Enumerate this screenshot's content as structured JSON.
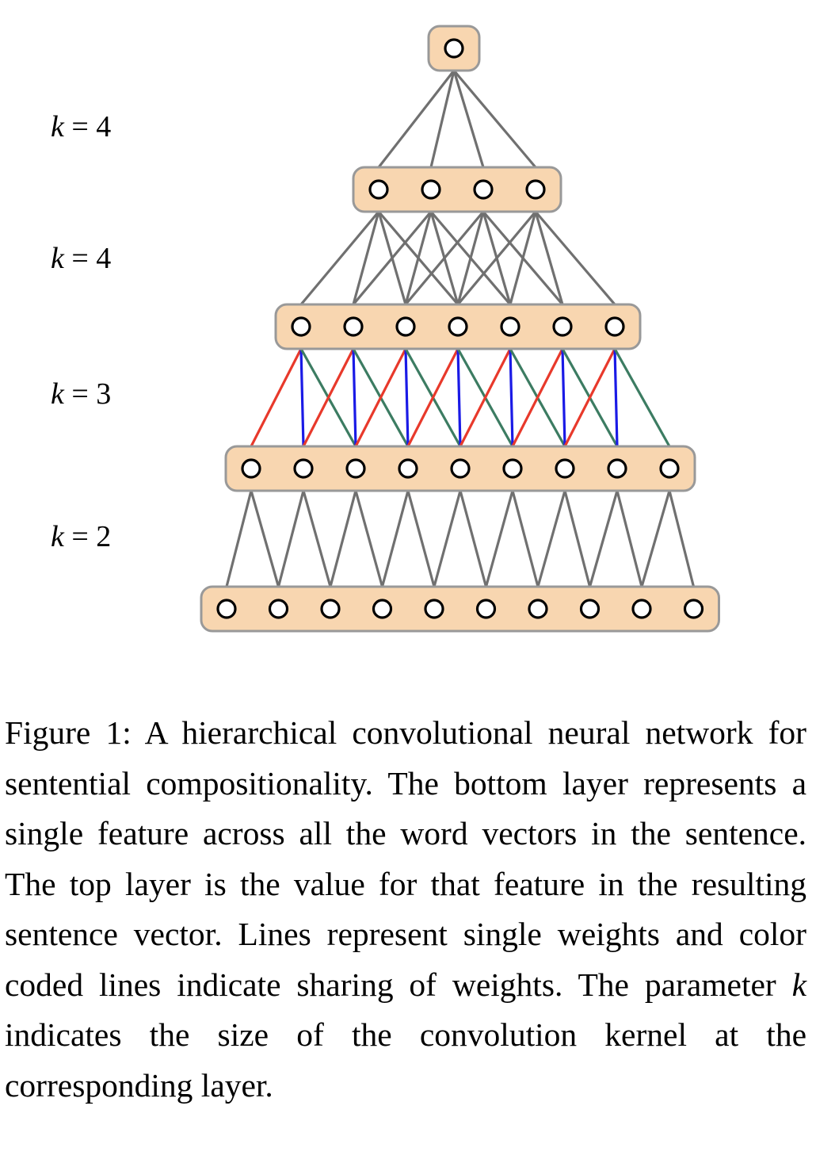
{
  "figure": {
    "layer_labels": [
      {
        "var": "k",
        "rest": " = 4"
      },
      {
        "var": "k",
        "rest": " = 4"
      },
      {
        "var": "k",
        "rest": " = 3"
      },
      {
        "var": "k",
        "rest": " = 2"
      }
    ],
    "layers": [
      {
        "nodes": 1
      },
      {
        "nodes": 4
      },
      {
        "nodes": 7
      },
      {
        "nodes": 9
      },
      {
        "nodes": 10
      }
    ],
    "colors": {
      "box_fill": "#f8d6b0",
      "box_stroke": "#999999",
      "edge_gray": "#707070",
      "edge_red": "#e8392b",
      "edge_blue": "#1a1ae6",
      "edge_green": "#3c7c62"
    }
  },
  "caption": {
    "figure_label": "Figure 1:",
    "text_1": " A hierarchical convolutional neural net­work for sentential compositionality. The bottom layer represents a single feature across all the word vectors in the sentence. The top layer is the value for that feature in the resulting sentence vector. Lines represent single weights and color coded lines indicate sharing of weights. The parameter ",
    "k_var": "k",
    "text_2": " indicates the size of the convolution kernel at the corresponding layer."
  }
}
